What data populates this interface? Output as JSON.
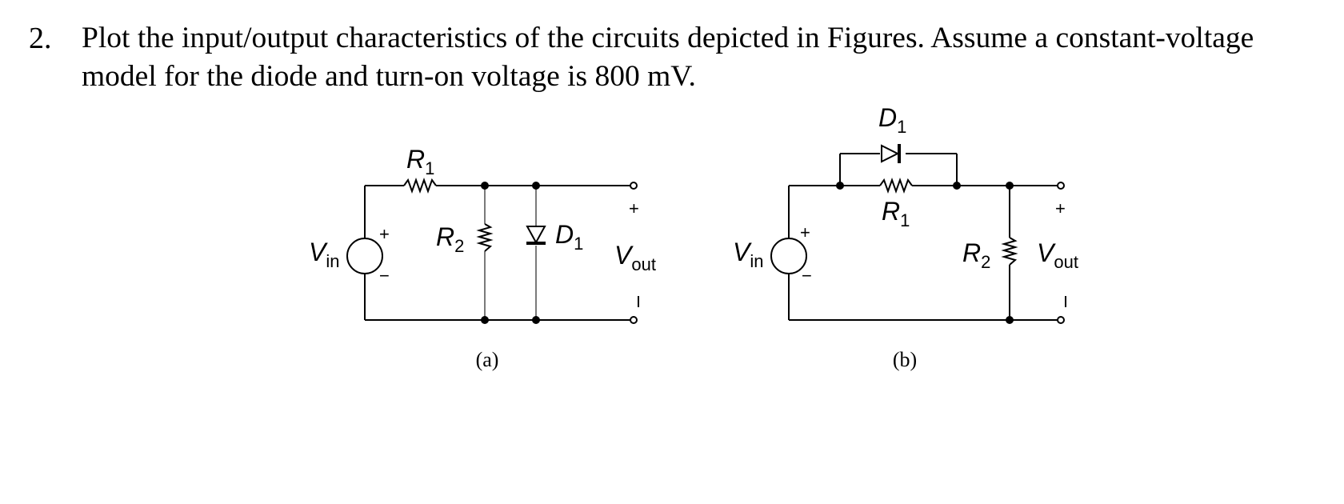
{
  "problem": {
    "number": "2.",
    "line1": "Plot the input/output characteristics of the circuits depicted in Figures. Assume a constant-voltage",
    "line2": "model for the diode and turn-on voltage is 800 mV."
  },
  "figure_a": {
    "caption": "(a)",
    "vin": {
      "main": "V",
      "sub": "in"
    },
    "vout": {
      "main": "V",
      "sub": "out"
    },
    "r1": {
      "main": "R",
      "sub": "1"
    },
    "r2": {
      "main": "R",
      "sub": "2"
    },
    "d1": {
      "main": "D",
      "sub": "1"
    },
    "plus": "+",
    "minus": "−"
  },
  "figure_b": {
    "caption": "(b)",
    "vin": {
      "main": "V",
      "sub": "in"
    },
    "vout": {
      "main": "V",
      "sub": "out"
    },
    "r1": {
      "main": "R",
      "sub": "1"
    },
    "r2": {
      "main": "R",
      "sub": "2"
    },
    "d1": {
      "main": "D",
      "sub": "1"
    },
    "plus": "+",
    "minus": "−"
  }
}
